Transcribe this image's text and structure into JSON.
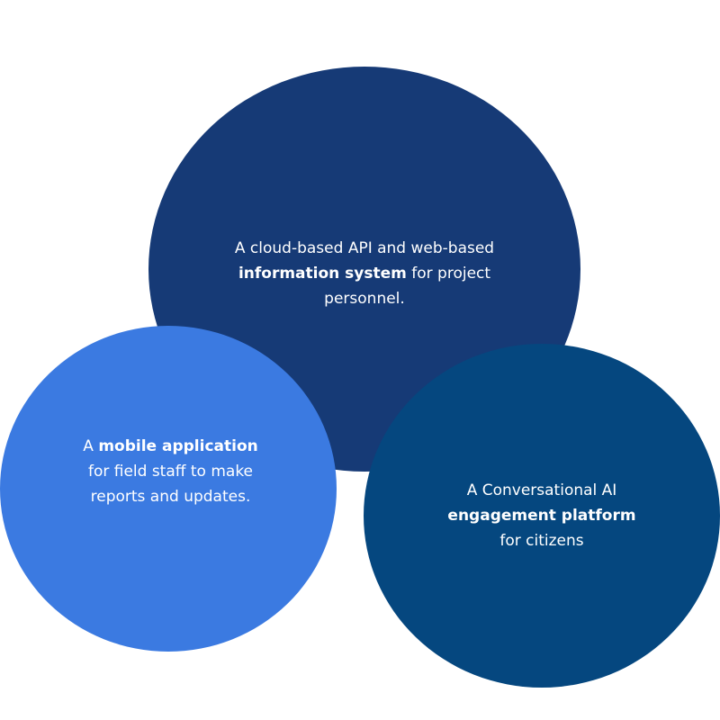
{
  "circles": {
    "top": {
      "pre": "A cloud-based API and web-based",
      "bold": "information system",
      "post": "for project personnel."
    },
    "left": {
      "pre": "A",
      "bold": "mobile application",
      "post": "for field staff to make reports and updates."
    },
    "right": {
      "pre": "A Conversational AI",
      "bold": "engagement platform",
      "post": "for citizens"
    }
  },
  "colors": {
    "top_circle": "#163a76",
    "left_circle": "#3b7ae1",
    "right_circle": "#05477f",
    "text": "#ffffff"
  }
}
